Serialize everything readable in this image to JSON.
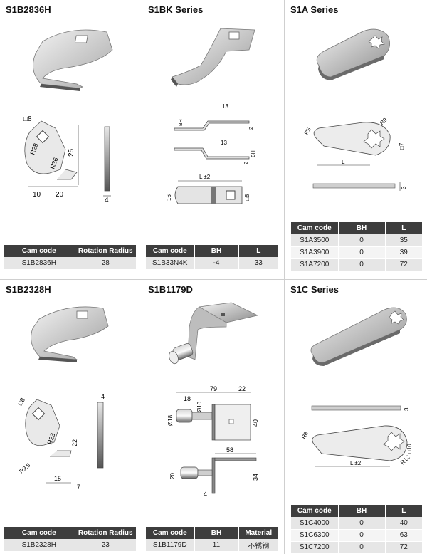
{
  "panels": [
    {
      "title": "S1B2836H",
      "dims": [
        "□8",
        "R28",
        "R36",
        "25",
        "10",
        "20",
        "4"
      ],
      "headers": [
        "Cam code",
        "Rotation Radius"
      ],
      "rows": [
        [
          "S1B2836H",
          "28"
        ]
      ]
    },
    {
      "title": "S1BK Series",
      "dims": [
        "13",
        "BH",
        "2",
        "13",
        "BH",
        "2",
        "L ±2",
        "16",
        "□8"
      ],
      "headers": [
        "Cam code",
        "BH",
        "L"
      ],
      "rows": [
        [
          "S1B33N4K",
          "-4",
          "33"
        ]
      ]
    },
    {
      "title": "S1A Series",
      "dims": [
        "R5",
        "R9",
        "□7",
        "L",
        "3"
      ],
      "headers": [
        "Cam code",
        "BH",
        "L"
      ],
      "rows": [
        [
          "S1A3500",
          "0",
          "35"
        ],
        [
          "S1A3900",
          "0",
          "39"
        ],
        [
          "S1A7200",
          "0",
          "72"
        ]
      ]
    },
    {
      "title": "S1B2328H",
      "dims": [
        "□8",
        "R23",
        "22",
        "R9.5",
        "15",
        "7",
        "4"
      ],
      "headers": [
        "Cam code",
        "Rotation Radius"
      ],
      "rows": [
        [
          "S1B2328H",
          "23"
        ]
      ]
    },
    {
      "title": "S1B1179D",
      "dims": [
        "79",
        "22",
        "18",
        "Ø10",
        "Ø18",
        "40",
        "58",
        "20",
        "34",
        "4"
      ],
      "headers": [
        "Cam code",
        "BH",
        "Material"
      ],
      "rows": [
        [
          "S1B1179D",
          "11",
          "不锈钢"
        ]
      ]
    },
    {
      "title": "S1C Series",
      "dims": [
        "3",
        "R8",
        "□10",
        "R12",
        "L ±2"
      ],
      "headers": [
        "Cam code",
        "BH",
        "L"
      ],
      "rows": [
        [
          "S1C4000",
          "0",
          "40"
        ],
        [
          "S1C6300",
          "0",
          "63"
        ],
        [
          "S1C7200",
          "0",
          "72"
        ]
      ]
    }
  ],
  "colors": {
    "header_bg": "#3d3d3d",
    "row_odd": "#e6e6e6",
    "row_even": "#f4f4f4",
    "divider": "#cfcfcf"
  }
}
